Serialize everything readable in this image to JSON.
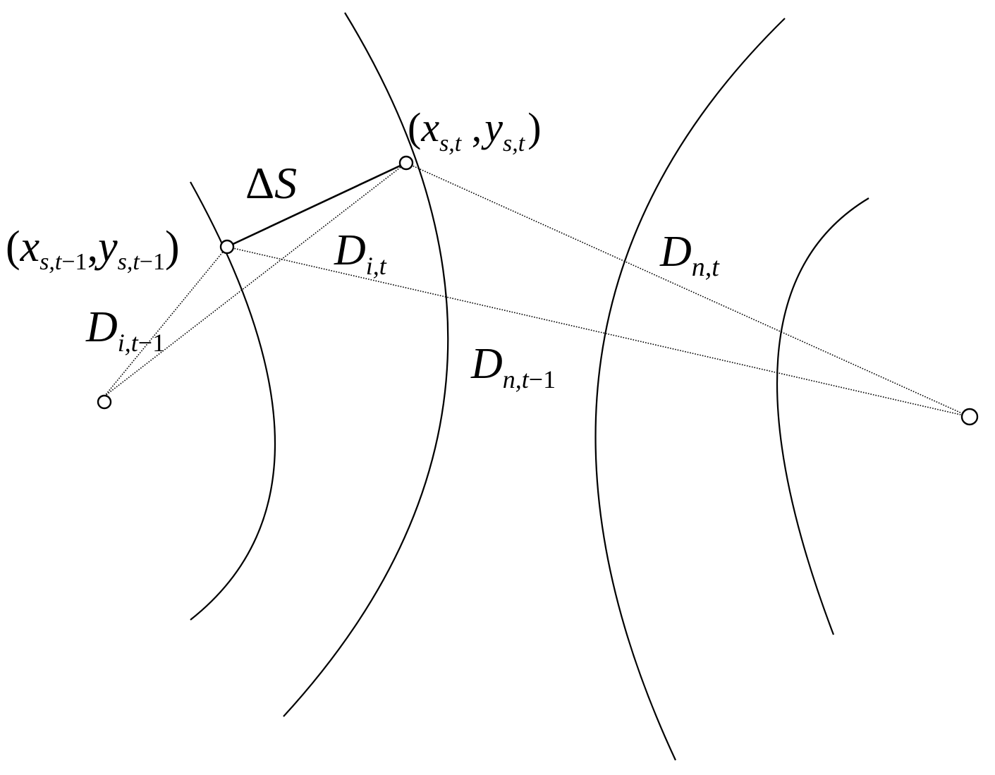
{
  "labels": {
    "delta_s": {
      "delta": "Δ",
      "var": "S"
    },
    "pos_prev": {
      "open": "(",
      "x": "x",
      "x_sub": "s,t",
      "x_sub_minus": "−1",
      "comma": ",",
      "y": "y",
      "y_sub": "s,t",
      "y_sub_minus": "−1",
      "close": ")"
    },
    "pos_curr": {
      "open": "(",
      "x": "x",
      "x_sub": "s,t",
      "comma": " ,",
      "y": "y",
      "y_sub": "s,t",
      "close": ")"
    },
    "d_i_t": {
      "main": "D",
      "sub": "i,t"
    },
    "d_i_t_minus_1": {
      "main": "D",
      "sub": "i,t",
      "sub_minus": "−1"
    },
    "d_n_t": {
      "main": "D",
      "sub": "n,t"
    },
    "d_n_t_minus_1": {
      "main": "D",
      "sub": "n,t",
      "sub_minus": "−1"
    }
  }
}
